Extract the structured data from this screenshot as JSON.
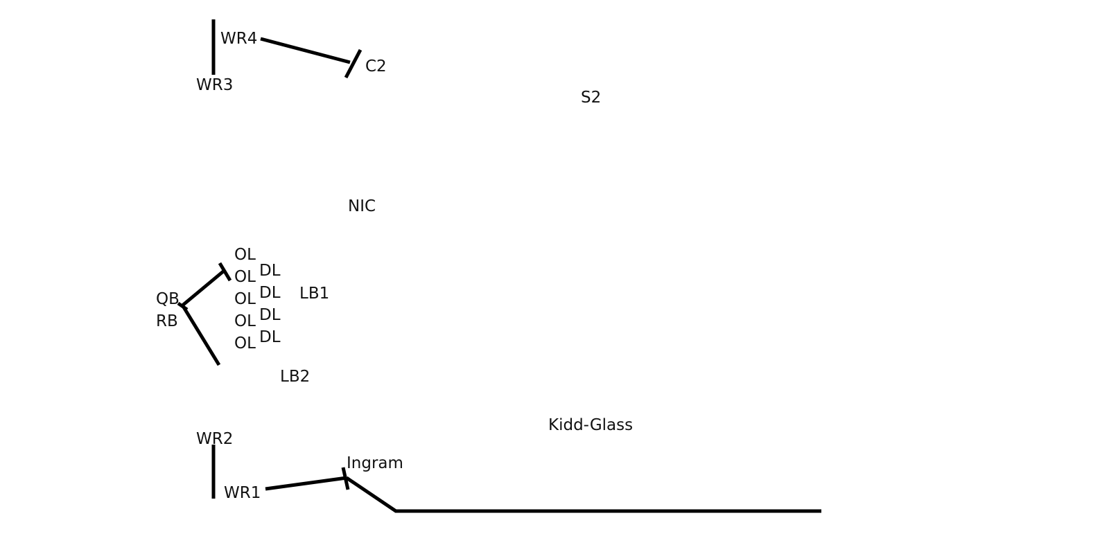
{
  "diagram": {
    "background": "#ffffff",
    "line_color": "#000000",
    "labels": {
      "wr4": "WR4",
      "wr3": "WR3",
      "c2": "C2",
      "s2": "S2",
      "nic": "NIC",
      "ol": "OL",
      "dl": "DL",
      "lb1": "LB1",
      "qb": "QB",
      "rb": "RB",
      "lb2": "LB2",
      "kidd_glass": "Kidd-Glass",
      "wr2": "WR2",
      "ingram": "Ingram",
      "wr1": "WR1"
    }
  }
}
